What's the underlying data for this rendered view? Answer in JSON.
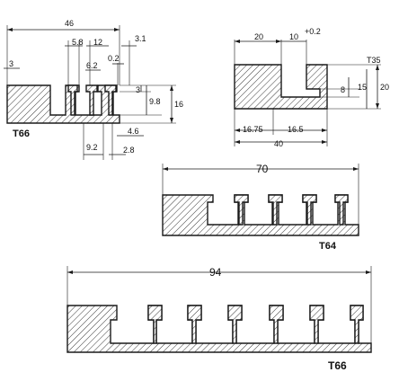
{
  "profile_t66_small": {
    "name": "T66",
    "dims": {
      "overall_width": "46",
      "slot_spacing": "12",
      "slot_width": "5.8",
      "tip_width": "3.1",
      "gap": "0.2",
      "left_lip": "3",
      "lip_height": "3",
      "slot_depth": "9.8",
      "height": "16",
      "inner_width": "6.2",
      "base_thickness": "4.6",
      "head_width": "9.2",
      "stem_width": "2.8"
    }
  },
  "profile_t35": {
    "name": "T35",
    "dims": {
      "left_width": "20",
      "slot_width": "10",
      "tolerance": "+0.2",
      "inner_height": "8",
      "mid_height": "15",
      "height": "20",
      "left_offset": "16.75",
      "right_offset": "16.5",
      "overall_width": "40"
    }
  },
  "profile_t64": {
    "name": "T64",
    "overall_width": "70"
  },
  "profile_t66_large": {
    "name": "T66",
    "overall_width": "94"
  }
}
